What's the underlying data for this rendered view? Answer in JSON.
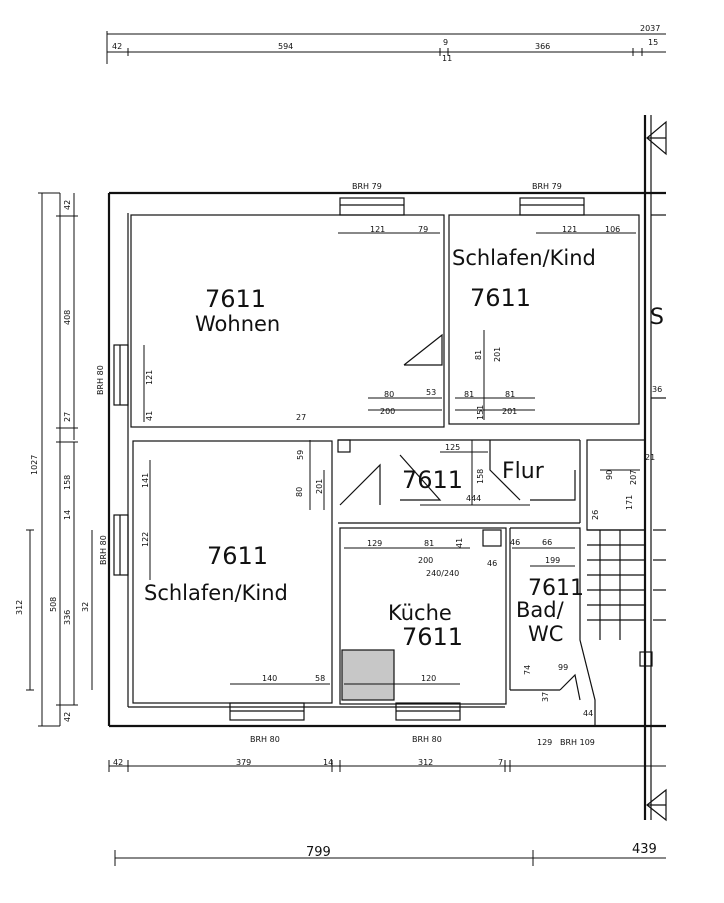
{
  "rooms": {
    "wohnen": {
      "number": "7611",
      "name": "Wohnen"
    },
    "schlafen_top": {
      "name": "Schlafen/Kind",
      "number": "7611"
    },
    "schlafen_left": {
      "number": "7611",
      "name": "Schlafen/Kind"
    },
    "flur": {
      "number": "7611",
      "name": "Flur"
    },
    "kueche": {
      "name": "Küche",
      "number": "7611"
    },
    "bad": {
      "number": "7611",
      "name_line1": "Bad/",
      "name_line2": "WC"
    },
    "partial_s": "S"
  },
  "windows": {
    "wohnen_top": "BRH 79",
    "schlafen_top": "BRH 79",
    "left_upper": "BRH 80",
    "left_lower": "BRH 80",
    "bottom_left": "BRH 80",
    "bottom_mid": "BRH 80",
    "bottom_right": "BRH 109"
  },
  "top_dims": {
    "total": "2037",
    "a": "42",
    "b": "594",
    "c": "9",
    "d": "11",
    "e": "366",
    "f": "15"
  },
  "left_dims": {
    "total": "1027",
    "a": "42",
    "b": "408",
    "c": "27",
    "d": "158",
    "e": "14",
    "f": "508",
    "g": "336",
    "h": "32",
    "i": "42",
    "side": "312"
  },
  "bottom_dims": {
    "a": "42",
    "b": "379",
    "c": "14",
    "d": "312",
    "e": "7",
    "big_left": "799",
    "big_right": "439"
  },
  "inner_dims": {
    "w1": "121",
    "w2": "79",
    "s1": "121",
    "s2": "106",
    "wh1": "121",
    "wh2": "41",
    "wd1": "80",
    "wd2": "53",
    "wd3": "200",
    "wd4": "27",
    "sd1": "81",
    "sd2": "81",
    "sd3": "201",
    "sd4": "151",
    "sv1": "81",
    "sv2": "201",
    "k1": "129",
    "k2": "81",
    "k3": "200",
    "k4": "240/240",
    "k5": "41",
    "k6": "46",
    "k7": "140",
    "k8": "58",
    "k9": "120",
    "sl1": "141",
    "sl2": "122",
    "sl3": "58",
    "sl4": "80",
    "sl5": "201",
    "f1": "125",
    "f2": "444",
    "f3": "158",
    "f4": "59",
    "b1": "46",
    "b2": "66",
    "b3": "199",
    "b4": "74",
    "b5": "99",
    "b6": "37",
    "b7": "44",
    "b8": "129",
    "st1": "90",
    "st2": "207",
    "st3": "171",
    "st4": "26",
    "st5": "36",
    "st6": "21"
  }
}
